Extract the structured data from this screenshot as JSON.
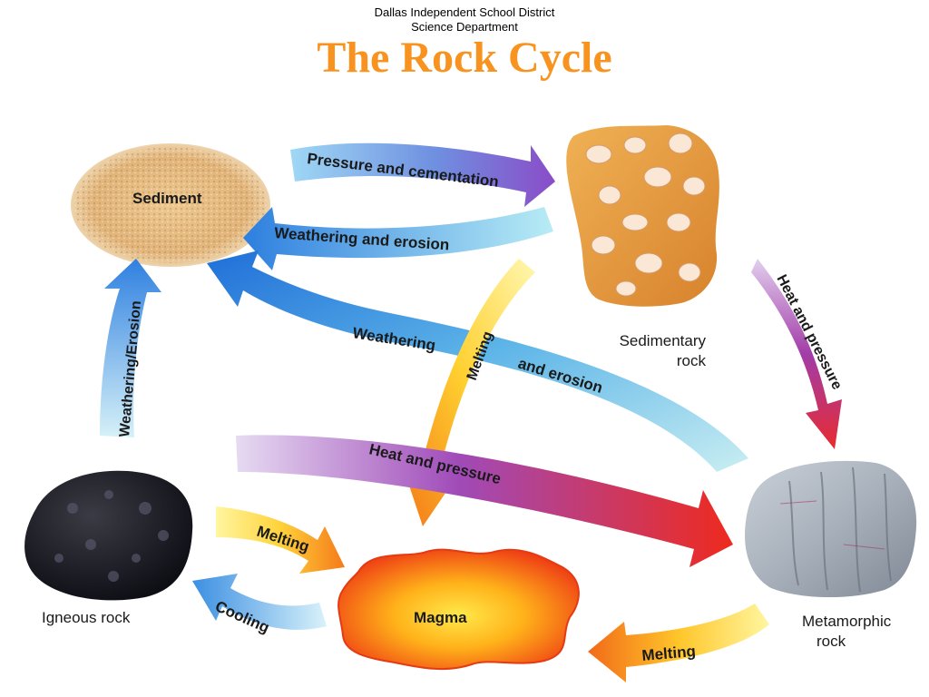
{
  "header": {
    "district": "Dallas Independent School District",
    "department": "Science Department",
    "title": "The Rock Cycle"
  },
  "nodes": {
    "sediment": "Sediment",
    "sedimentary_line1": "Sedimentary",
    "sedimentary_line2": "rock",
    "igneous": "Igneous rock",
    "magma": "Magma",
    "metamorphic_line1": "Metamorphic",
    "metamorphic_line2": "rock"
  },
  "processes": {
    "pressure_cementation": "Pressure and cementation",
    "weathering_erosion_top": "Weathering and erosion",
    "weathering_erosion_left": "Weathering/Erosion",
    "weathering_long_1": "Weathering",
    "weathering_long_2": "and  erosion",
    "melting_sedimentary": "Melting",
    "heat_pressure_long": "Heat and pressure",
    "heat_pressure_right": "Heat and pressure",
    "melting_igneous": "Melting",
    "cooling": "Cooling",
    "melting_metamorphic": "Melting"
  },
  "colors": {
    "title": "#f7931e",
    "blue_arrow": "#3a8fe0",
    "purple_arrow": "#9a3fbf",
    "orange_arrow": "#f5a020",
    "red_arrow": "#e8302a"
  }
}
